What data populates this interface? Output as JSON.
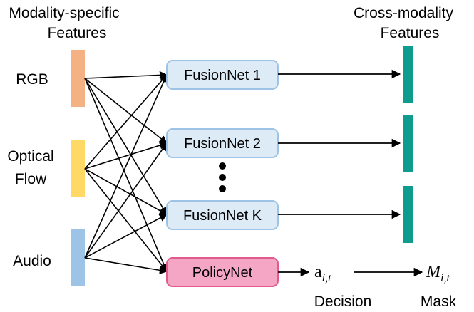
{
  "headers": {
    "left_line1": "Modality-specific",
    "left_line2": "Features",
    "right_line1": "Cross-modality",
    "right_line2": "Features"
  },
  "modalities": [
    {
      "label_lines": [
        "RGB"
      ],
      "color": "#F4B183"
    },
    {
      "label_lines": [
        "Optical",
        "Flow"
      ],
      "color": "#FFD966"
    },
    {
      "label_lines": [
        "Audio"
      ],
      "color": "#9DC3E6"
    }
  ],
  "fusion_nets": [
    "FusionNet 1",
    "FusionNet 2",
    "FusionNet K"
  ],
  "policy_net": "PolicyNet",
  "decision": {
    "symbol": "a",
    "subscript": "i,t",
    "label": "Decision"
  },
  "mask": {
    "symbol": "M",
    "subscript": "i,t",
    "label": "Mask"
  },
  "colors": {
    "fusion_fill": "#DDEBF7",
    "fusion_stroke": "#9DC3E6",
    "policy_fill": "#F4A6C4",
    "policy_stroke": "#E05A8E",
    "output_bar": "#0E9C8E"
  }
}
